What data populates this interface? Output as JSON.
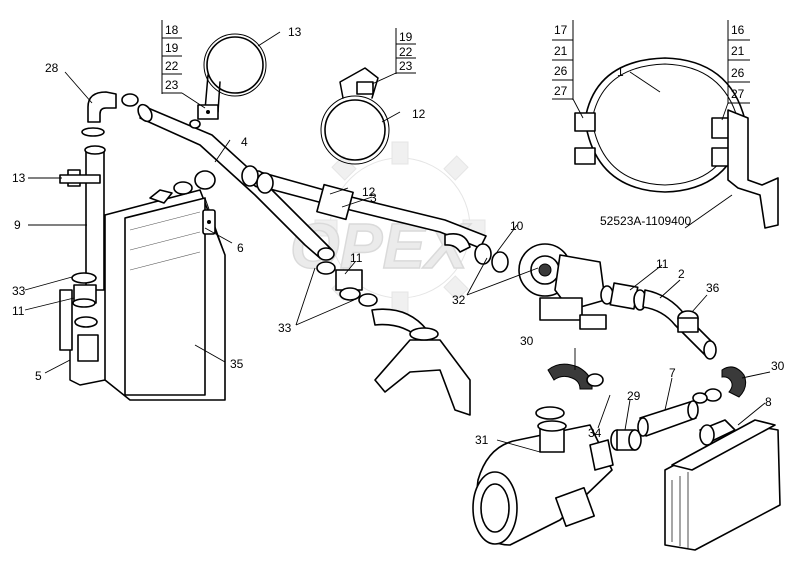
{
  "labels": {
    "p1": "1",
    "p2": "2",
    "p3": "3",
    "p4": "4",
    "p5": "5",
    "p6": "6",
    "p7": "7",
    "p8": "8",
    "p9": "9",
    "p10": "10",
    "p11a": "11",
    "p11b": "11",
    "p11c": "11",
    "p12a": "12",
    "p12b": "12",
    "p13a": "13",
    "p13b": "13",
    "p28": "28",
    "p29": "29",
    "p30a": "30",
    "p30b": "30",
    "p31": "31",
    "p32": "32",
    "p33a": "33",
    "p33b": "33",
    "p34": "34",
    "p35": "35",
    "p36": "36"
  },
  "stacks": {
    "clamp13": [
      "18",
      "19",
      "22",
      "23"
    ],
    "clamp12": [
      "19",
      "22",
      "23"
    ],
    "support_left": [
      "17",
      "21",
      "26",
      "27"
    ],
    "support_right": [
      "16",
      "21",
      "26",
      "27"
    ]
  },
  "part_number": "52523A-1109400",
  "watermark": "OPEX"
}
